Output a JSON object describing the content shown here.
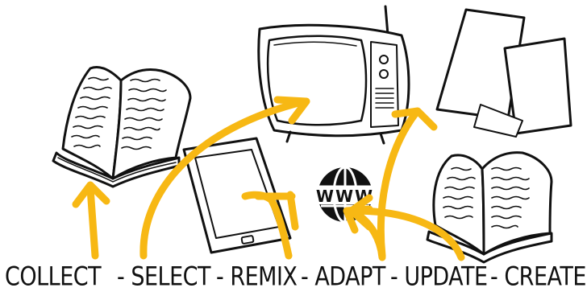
{
  "colors": {
    "arrow": "#f7b814",
    "ink": "#111111",
    "background": "#ffffff"
  },
  "illustration": {
    "icons": [
      "open-book-icon",
      "tablet-icon",
      "retro-tv-icon",
      "www-globe-icon",
      "paper-sheets-icon",
      "open-book-icon"
    ],
    "globe_text": "WWW"
  },
  "caption": {
    "collect": "COLLECT",
    "select": "- SELECT",
    "remix": "- REMIX",
    "adapt": "- ADAPT",
    "update": "- UPDATE",
    "create": "- CREATE"
  }
}
